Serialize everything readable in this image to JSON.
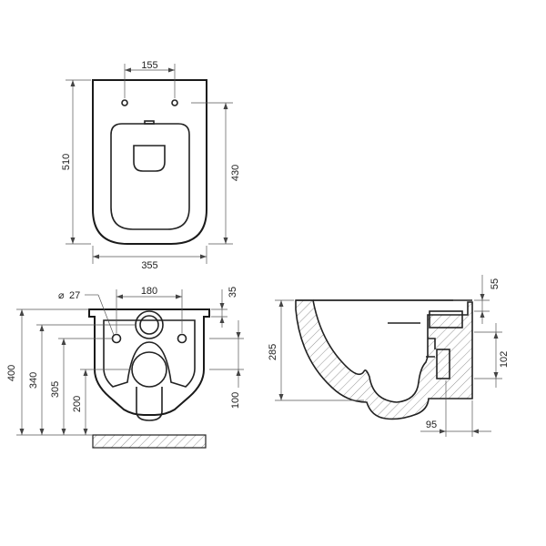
{
  "dimensions": {
    "top_bolt_spacing": "155",
    "top_overall_length": "510",
    "top_rim_length": "430",
    "top_width": "355",
    "rear_hole_diameter": "27",
    "rear_hole_spacing": "180",
    "rear_top_offset": "35",
    "rear_height_400": "400",
    "rear_height_340": "340",
    "rear_height_305": "305",
    "rear_height_200": "200",
    "rear_height_100": "100",
    "side_height": "285",
    "side_inlet_offset": "55",
    "side_outlet_height": "102",
    "side_outlet_depth": "95"
  },
  "symbols": {
    "diameter": "⌀"
  },
  "colors": {
    "line": "#222222",
    "hatch": "#888888"
  }
}
